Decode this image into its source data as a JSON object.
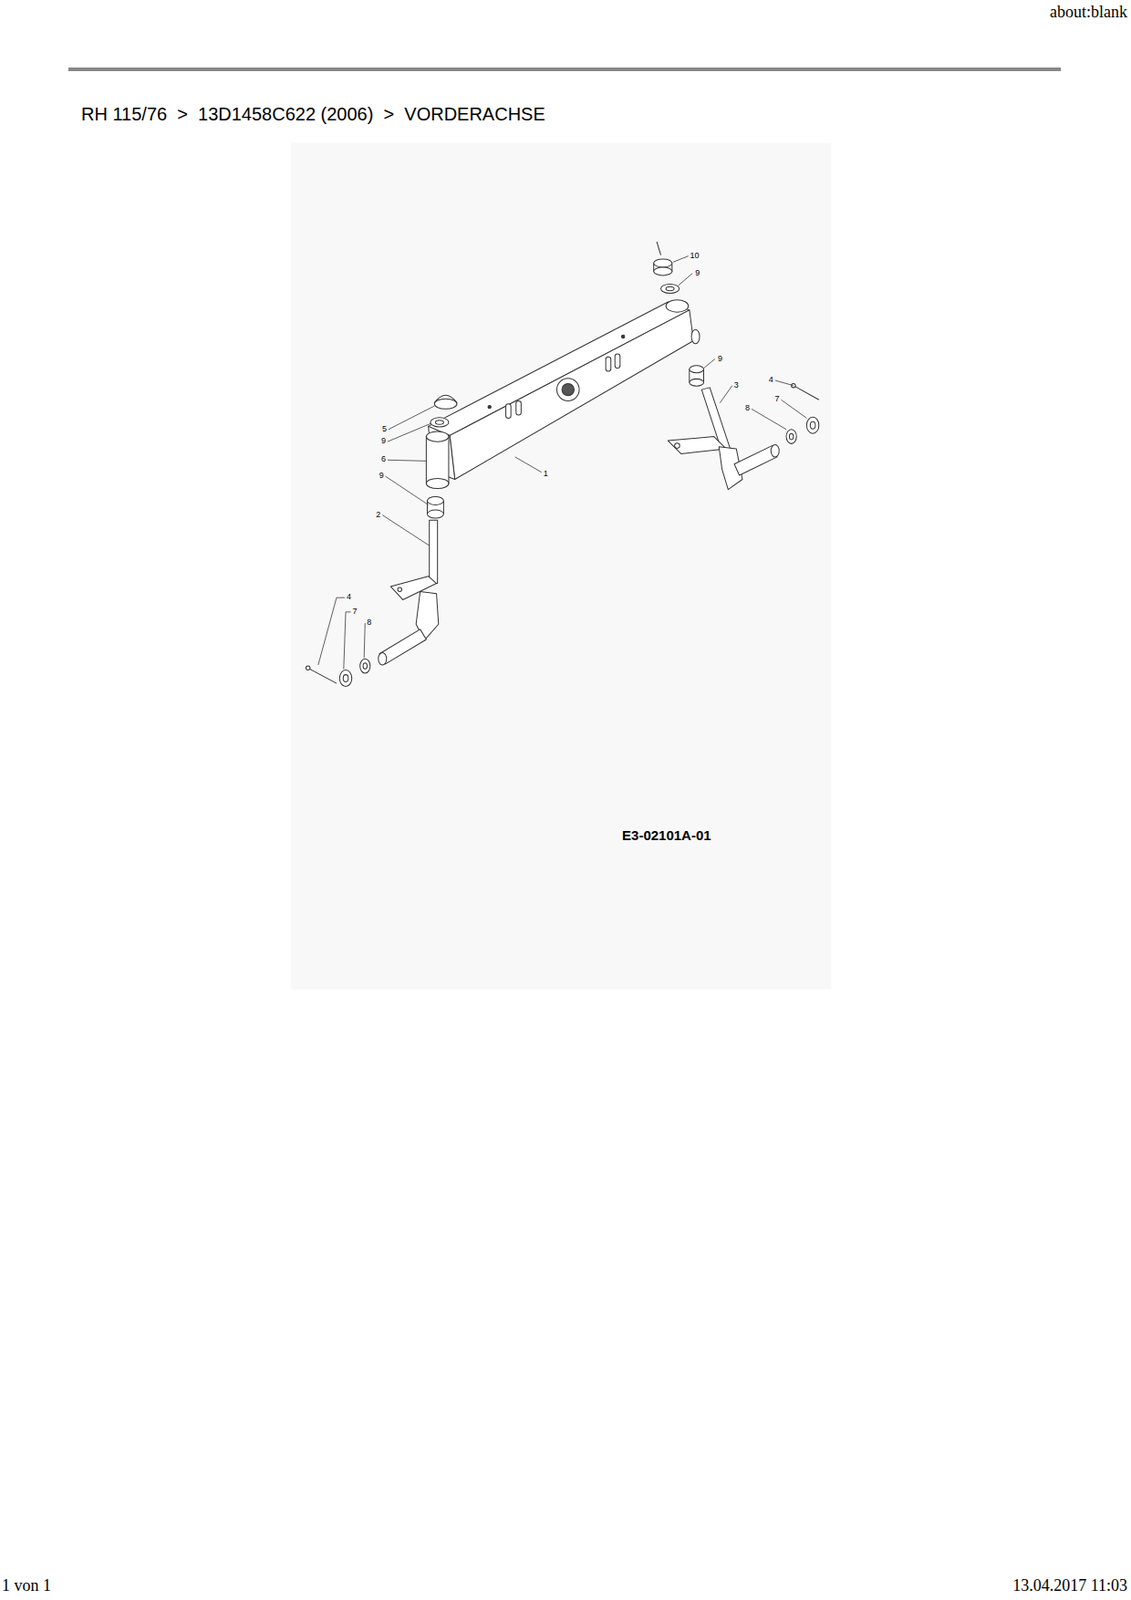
{
  "diagram": {
    "title": "RH 115/76  >  13D1458C622 (2006)  >  VORDERACHSE",
    "labels": [
      "about:blank",
      "10",
      "9",
      "9",
      "4",
      "3",
      "7",
      "8",
      "5",
      "9",
      "6",
      "1",
      "9",
      "2",
      "4",
      "7",
      "8",
      "E3-02101A-01",
      "1 von 1",
      "13.04.2017 11:03"
    ]
  }
}
